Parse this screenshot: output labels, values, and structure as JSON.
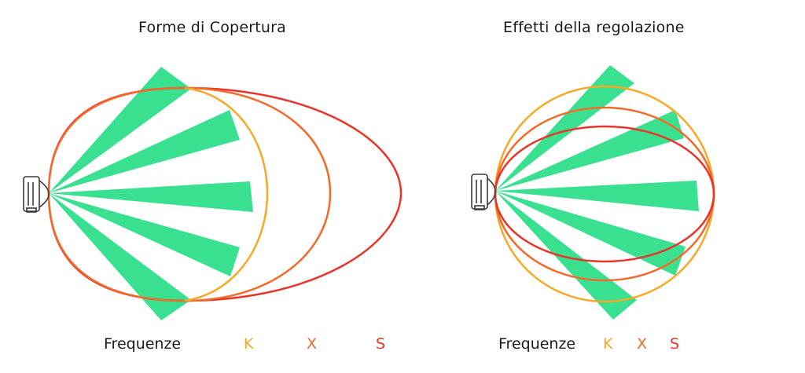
{
  "colors": {
    "beam": "#38e08f",
    "K": "#f7a826",
    "X": "#f26a2a",
    "S": "#e8342a",
    "sensor": "#3a3a3a",
    "text": "#1a1a1a"
  },
  "panels": {
    "left": {
      "title": "Forme di Copertura",
      "legend": {
        "label": "Frequenze",
        "k": "K",
        "x": "X",
        "s": "S"
      }
    },
    "right": {
      "title": "Effetti della regolazione",
      "legend": {
        "label": "Frequenze",
        "k": "K",
        "x": "X",
        "s": "S"
      }
    }
  },
  "icons": {
    "sensor": "motion-sensor-icon"
  }
}
